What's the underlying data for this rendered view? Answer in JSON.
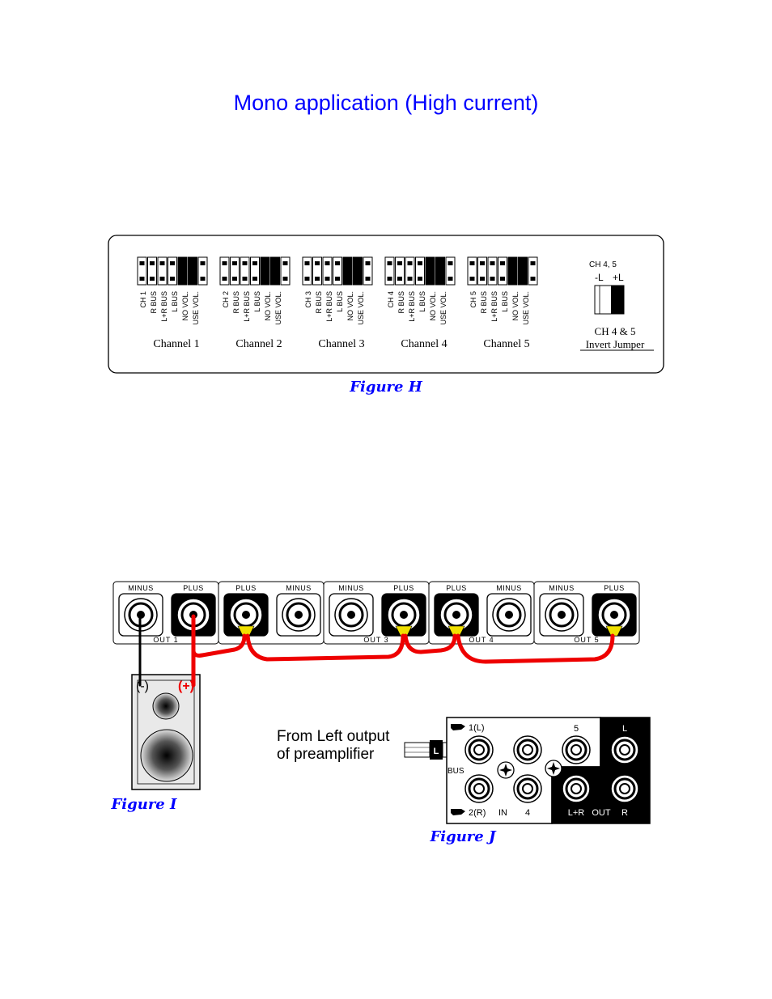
{
  "title": "Mono application (High  current)",
  "figure_h": {
    "caption": "Figure H",
    "pin_labels": {
      "r_bus": "R BUS",
      "lr_bus": "L+R BUS",
      "l_bus": "L BUS",
      "no_vol": "NO VOL.",
      "use_vol": "USE VOL."
    },
    "channels": [
      {
        "ch_label": "CH  1",
        "name": "Channel 1",
        "order": [
          "r_bus",
          "lr_bus",
          "l_bus",
          "no_vol",
          "use_vol"
        ]
      },
      {
        "ch_label": "CH  2",
        "name": "Channel 2",
        "order": [
          "r_bus",
          "lr_bus",
          "l_bus",
          "no_vol",
          "use_vol"
        ]
      },
      {
        "ch_label": "CH  3",
        "name": "Channel 3",
        "order": [
          "r_bus",
          "lr_bus",
          "l_bus",
          "no_vol",
          "use_vol"
        ]
      },
      {
        "ch_label": "CH  4",
        "name": "Channel 4",
        "order": [
          "r_bus",
          "lr_bus",
          "l_bus",
          "no_vol",
          "use_vol"
        ]
      },
      {
        "ch_label": "CH  5",
        "name": "Channel 5",
        "order": [
          "r_bus",
          "lr_bus",
          "l_bus",
          "no_vol",
          "use_vol"
        ]
      }
    ],
    "invert": {
      "label_top": "CH 4,  5",
      "minus_l": "-L",
      "plus_l": "+L",
      "line1": "CH 4 & 5",
      "line2": "Invert Jumper"
    }
  },
  "figure_i": {
    "caption": "Figure I",
    "minus": "MINUS",
    "plus": "PLUS",
    "outs": [
      "OUT  1",
      "OUT  3",
      "OUT  4",
      "OUT  5"
    ],
    "speaker_neg": "(-)",
    "speaker_pos": "(+)",
    "wire_color": "#ee0000",
    "lug_color": "#f0e000"
  },
  "figure_j": {
    "caption": "Figure J",
    "from_line1": "From Left output",
    "from_line2": "of preamplifier",
    "plug_label": "L",
    "in1": "1(L)",
    "in2": "2(R)",
    "bus": "BUS",
    "in": "IN",
    "four": "4",
    "five": "5",
    "out_l": "L",
    "out_lr": "L+R",
    "out": "OUT",
    "out_r": "R"
  }
}
